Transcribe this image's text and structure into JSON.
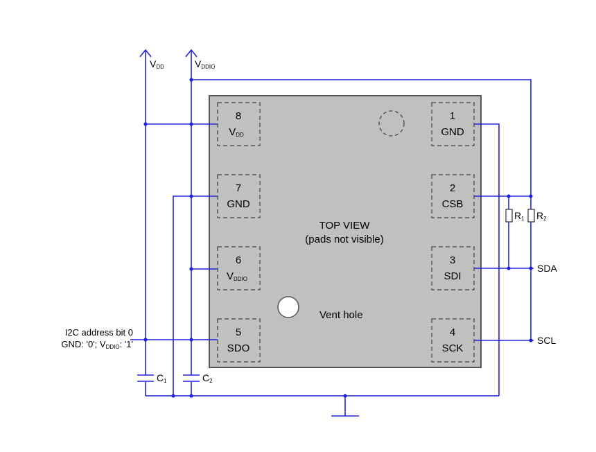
{
  "supplies": {
    "vdd": {
      "main": "V",
      "sub": "DD"
    },
    "vddio": {
      "main": "V",
      "sub": "DDIO"
    }
  },
  "chip": {
    "title": "TOP VIEW",
    "subtitle": "(pads not visible)",
    "vent_label": "Vent hole"
  },
  "pins": [
    {
      "num": "1",
      "name": "GND"
    },
    {
      "num": "2",
      "name": "CSB"
    },
    {
      "num": "3",
      "name": "SDI"
    },
    {
      "num": "4",
      "name": "SCK"
    },
    {
      "num": "5",
      "name": "SDO"
    },
    {
      "num": "6",
      "name": "V",
      "name_sub": "DDIO"
    },
    {
      "num": "7",
      "name": "GND"
    },
    {
      "num": "8",
      "name": "V",
      "name_sub": "DD"
    }
  ],
  "signals": {
    "sda": "SDA",
    "scl": "SCL"
  },
  "resistors": [
    {
      "main": "R",
      "sub": "1"
    },
    {
      "main": "R",
      "sub": "2"
    }
  ],
  "capacitors": [
    {
      "main": "C",
      "sub": "1"
    },
    {
      "main": "C",
      "sub": "2"
    }
  ],
  "i2c_note": {
    "line1": "I2C address bit 0",
    "line2_pre": "GND: '0'; V",
    "line2_sub": "DDIO",
    "line2_post": ": '1'"
  },
  "colors": {
    "wire": "#2222dd",
    "chip_fill": "#c0c0c0",
    "chip_border": "#555555"
  }
}
